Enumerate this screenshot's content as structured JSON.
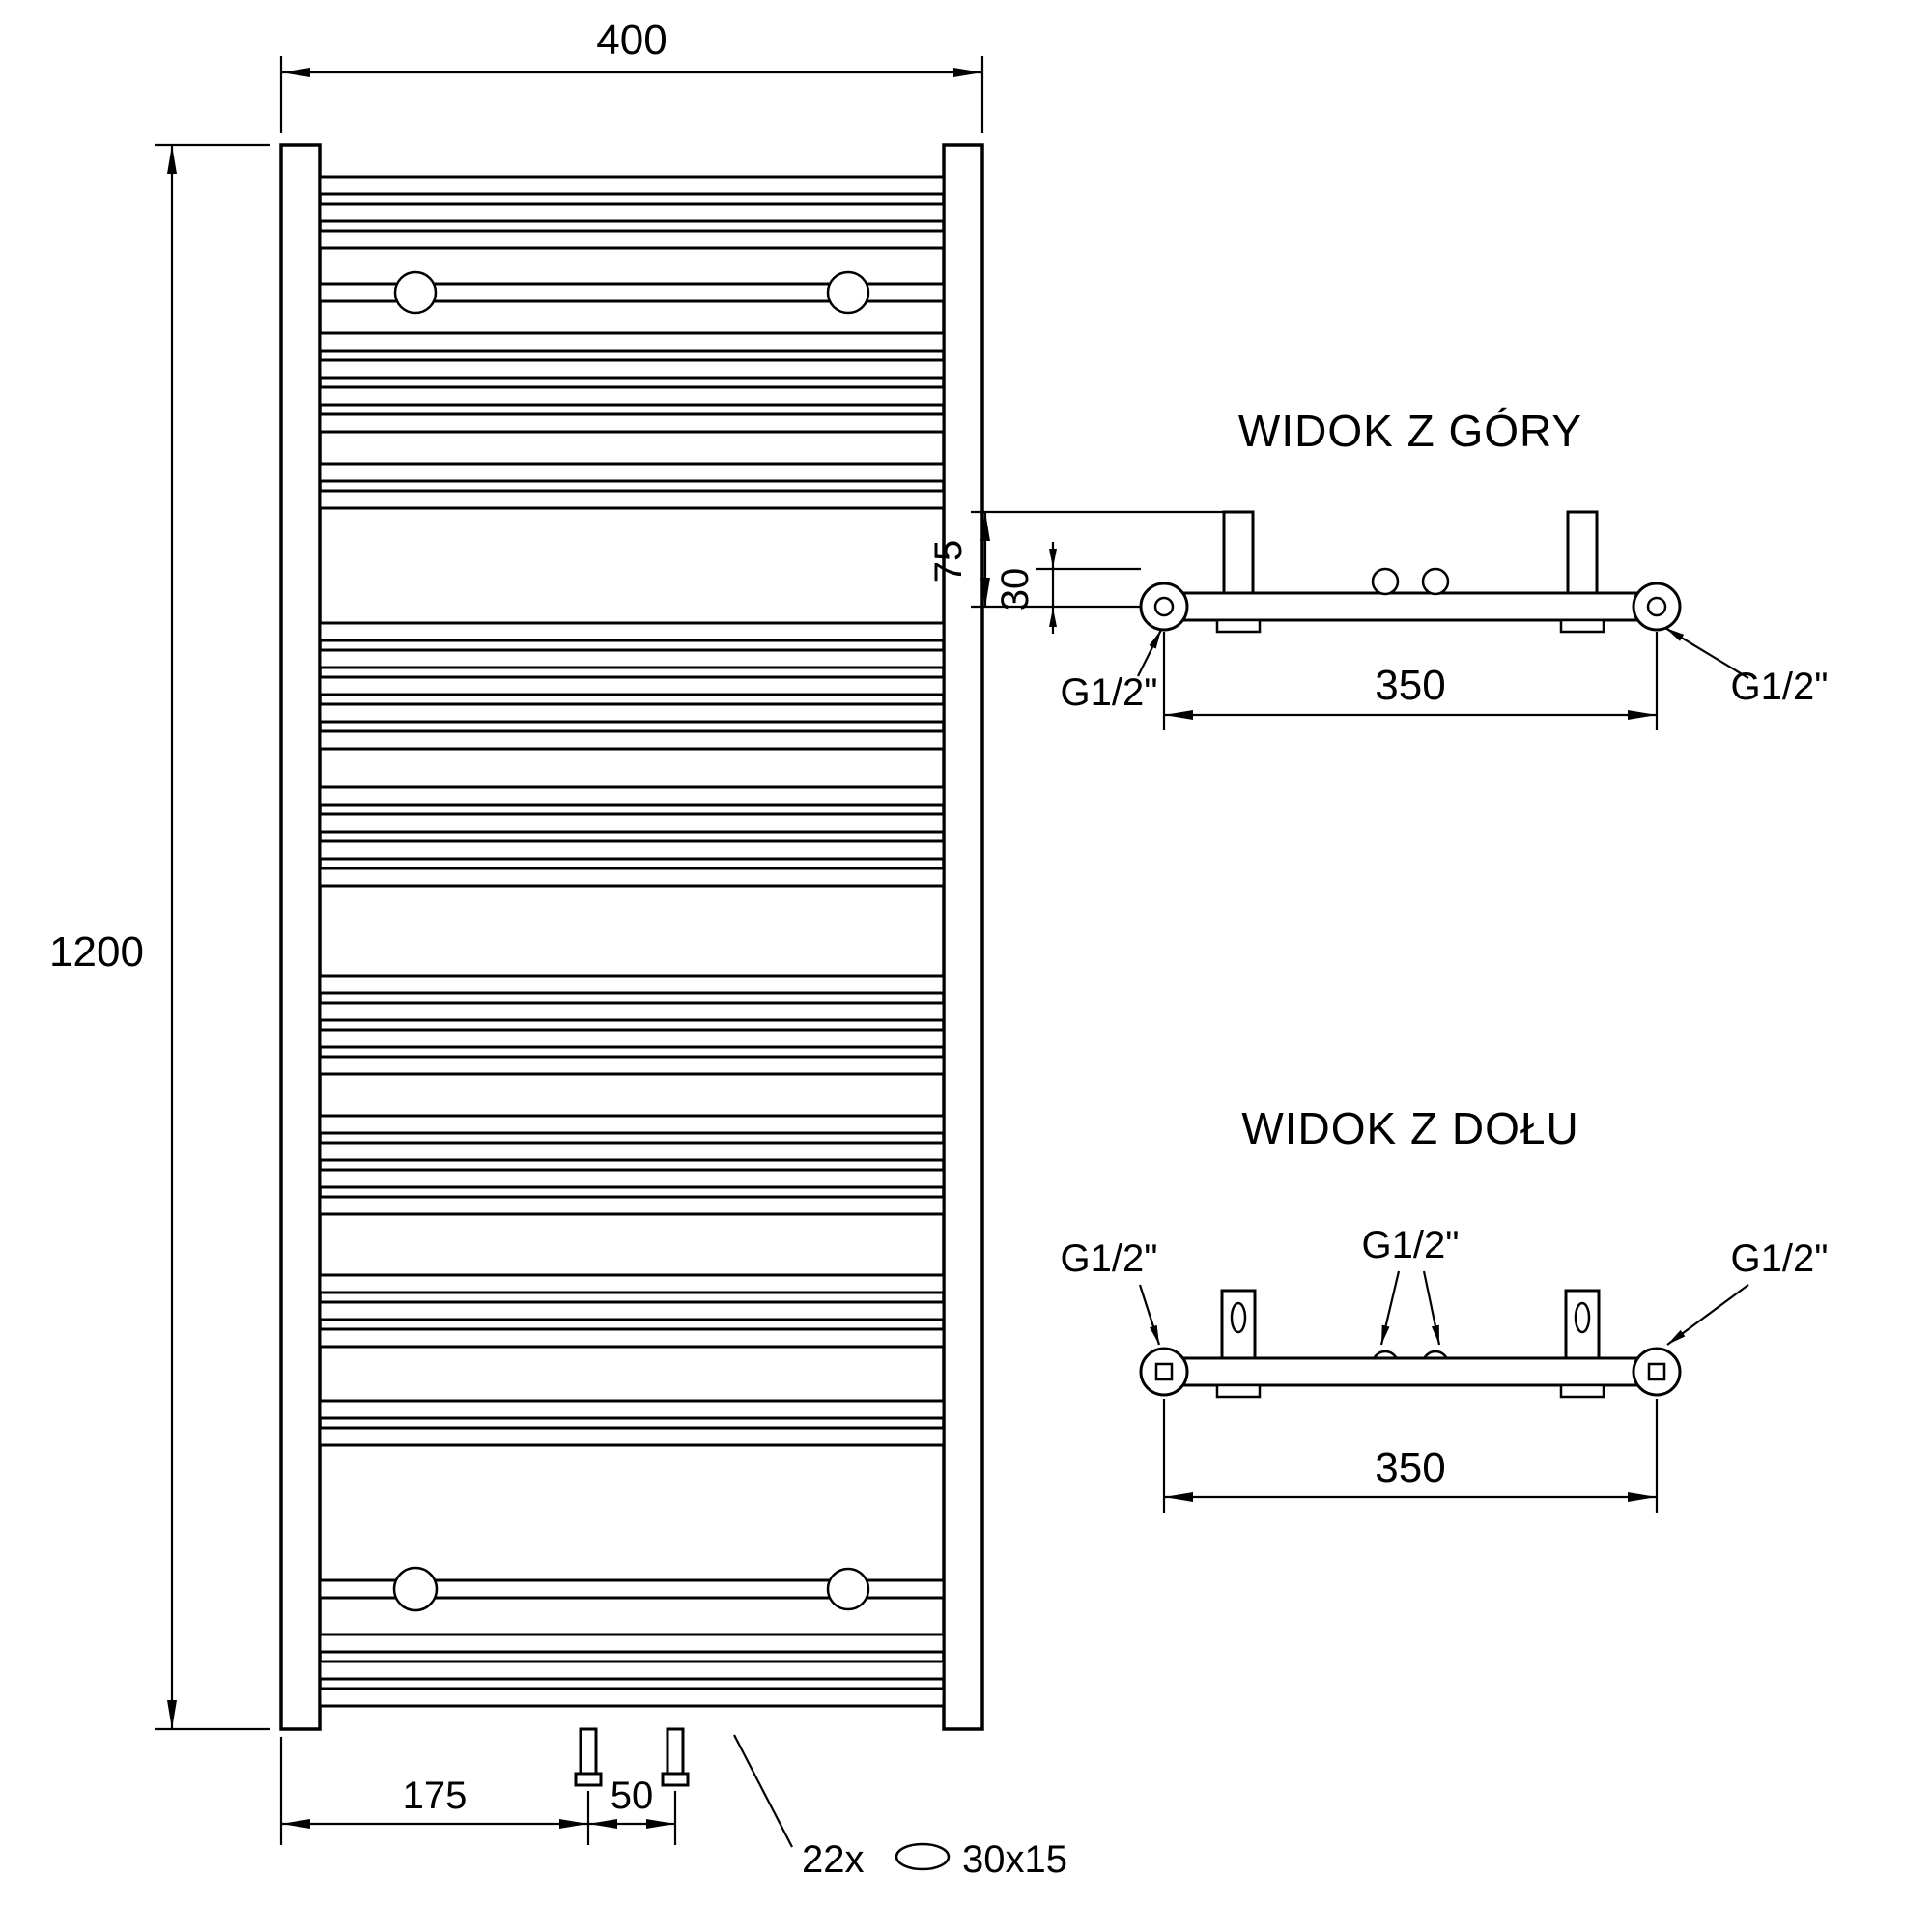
{
  "front_view": {
    "width_mm": "400",
    "height_mm": "1200",
    "bottom_left_mm": "175",
    "bottom_center_mm": "50",
    "tube_count": "22x",
    "tube_profile": "30x15"
  },
  "top_view": {
    "title": "WIDOK Z GÓRY",
    "depth_mm": "75",
    "offset_mm": "30",
    "span_mm": "350",
    "left_connection": "G1/2\"",
    "right_connection": "G1/2\""
  },
  "bottom_view": {
    "title": "WIDOK Z DOŁU",
    "span_mm": "350",
    "left_connection": "G1/2\"",
    "center_connection": "G1/2\"",
    "right_connection": "G1/2\""
  },
  "colors": {
    "line": "#000000",
    "background": "#ffffff"
  }
}
